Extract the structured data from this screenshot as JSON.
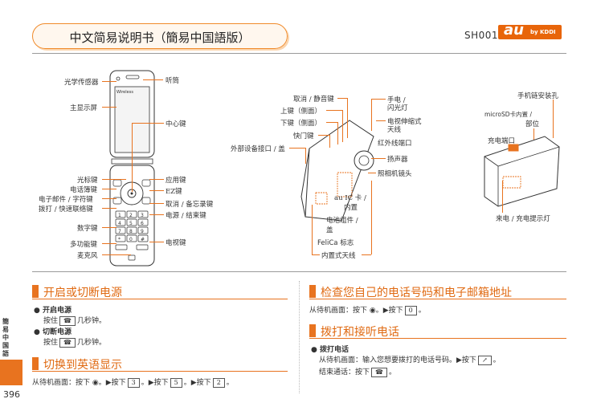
{
  "header": {
    "title": "中文简易说明书（簡易中国語版）",
    "model": "SH001",
    "logo_main": "au",
    "logo_sub": "by KDDI"
  },
  "phone_front_labels": {
    "light_sensor": "光学传感器",
    "earpiece": "听筒",
    "main_display": "主显示屏",
    "center_key": "中心键",
    "cursor_key": "光标键",
    "phonebook_key": "电话簿键",
    "email_key": "电子邮件 / 字符键",
    "call_key": "拨打 / 快速联络键",
    "app_key": "应用键",
    "ez_key": "EZ键",
    "cancel_memo_key": "取消 / 备忘录键",
    "power_end_key": "电源 / 结束键",
    "number_keys": "数字键",
    "multi_key": "多功能键",
    "tv_key": "电视键",
    "microphone": "麦克风"
  },
  "phone_side_labels": {
    "cancel_silent": "取消 / 静音键",
    "up_key_side": "上键（侧面）",
    "down_key_side": "下键（侧面）",
    "shortcut_key": "快门键",
    "external_port": "外部设备接口 / 盖",
    "flashlight": "手电 /",
    "flashlight_2": "闪光灯",
    "tv_antenna": "电视伸缩式",
    "tv_antenna_2": "天线",
    "infrared": "红外线端口",
    "speaker": "扬声器",
    "camera_lens": "照相机镜头",
    "au_ic_card": "au IC 卡 /",
    "au_ic_card_2": "内置",
    "battery": "电池组件 /",
    "battery_2": "盖",
    "felica": "FeliCa 标志",
    "internal_antenna": "内置式天线"
  },
  "phone_back_labels": {
    "strap_hole": "手机链安装孔",
    "microsd": "microSD卡内置 /",
    "microsd_2": "部位",
    "charge_port": "充电端口",
    "incoming_led": "来电 / 充电提示灯"
  },
  "sections": {
    "power": {
      "title": "开启或切断电源",
      "on_title": "开启电源",
      "on_prefix": "按住",
      "on_key": "☎",
      "on_suffix": "几秒钟。",
      "off_title": "切断电源",
      "off_prefix": "按住",
      "off_key": "☎",
      "off_suffix": "几秒钟。"
    },
    "english": {
      "title": "切换到英语显示",
      "text_prefix": "从待机画面：按下",
      "k1": "3",
      "k2": "5",
      "k3": "2",
      "mid": "。▶按下",
      "end": "。"
    },
    "check": {
      "title": "检查您自己的电话号码和电子邮箱地址",
      "text_prefix": "从待机画面：按下",
      "mid": "。▶按下",
      "k1": "0",
      "end": "。"
    },
    "call": {
      "title": "拨打和接听电话",
      "sub_title": "拨打电话",
      "line1_prefix": "从待机画面：输入您想要拨打的电话号码。▶按下",
      "line1_key": "↗",
      "line1_end": "。",
      "line2_prefix": "结束通话：按下",
      "line2_key": "☎",
      "line2_end": "。"
    }
  },
  "side_tab": "簡易中国語",
  "page_number": "396",
  "colors": {
    "accent": "#e8731f",
    "title_border": "#f08a2a"
  }
}
